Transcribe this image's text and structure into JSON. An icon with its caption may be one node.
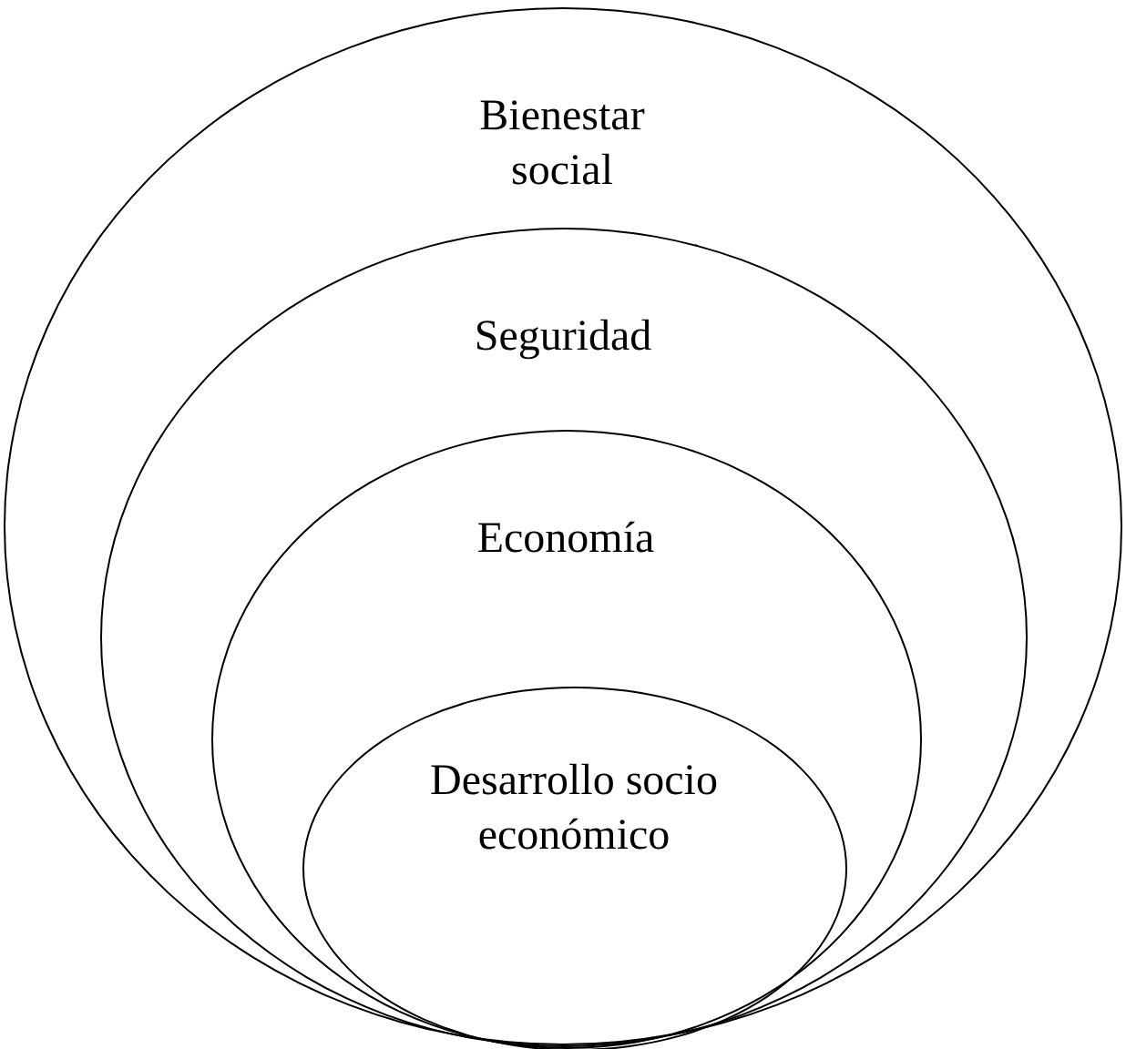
{
  "diagram": {
    "nodes": [
      {
        "text": [
          "Bienestar social"
        ]
      },
      {
        "text": [
          "Seguridad"
        ],
        "in": 0
      },
      {
        "text": [
          "Economía"
        ],
        "in": 1
      },
      {
        "text": [
          "Desarrollo socio económico"
        ],
        "in": 2
      }
    ]
  }
}
